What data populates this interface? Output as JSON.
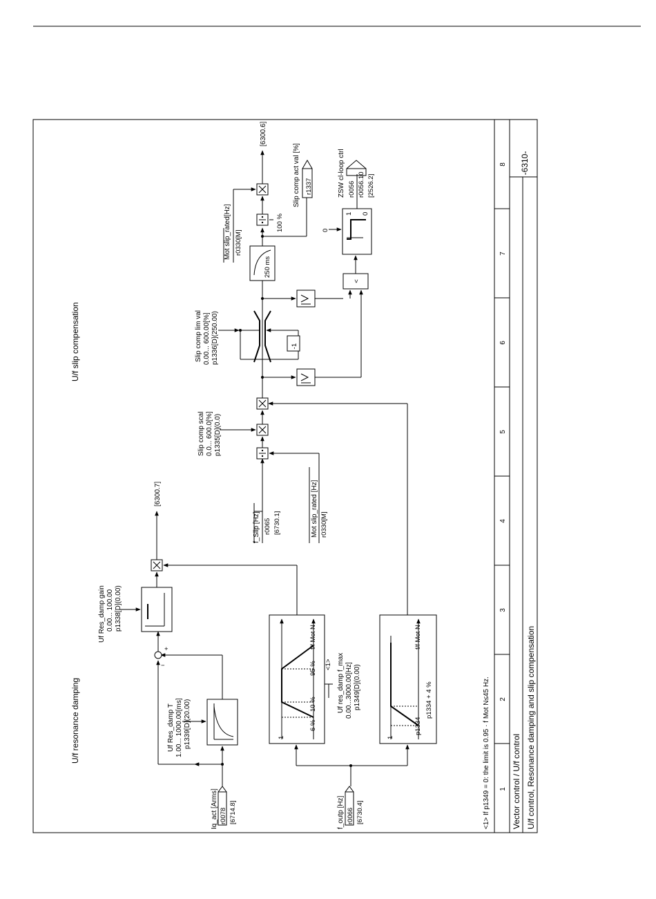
{
  "sections": {
    "resonance_damping": "U/f resonance damping",
    "slip_compensation": "U/f slip compensation"
  },
  "inputs": {
    "iq_act": {
      "label": "Iq_act [Arms]",
      "param": "r0078",
      "ref": "[6714.8]"
    },
    "f_outp": {
      "label": "f_outp [Hz]",
      "param": "r0066",
      "ref": "[6730.4]"
    },
    "f_slip": {
      "label": "f_Slip [Hz]",
      "param": "r0065",
      "ref": "[6730.1]"
    },
    "mot_slip_rated_a": {
      "label": "Mot slip_rated [Hz]",
      "param": "r0330[M]"
    },
    "mot_slip_rated_b": {
      "label": "Mot slip_rated[Hz]",
      "param": "r0330[M]"
    }
  },
  "params": {
    "res_damp_t": {
      "name": "Uf Res_damp T",
      "range": "1.00... 1000.00[ms]",
      "value": "p1339[D](20.00)"
    },
    "res_damp_gain": {
      "name": "Uf Res_damp gain",
      "range": "0.00... 100.00",
      "value": "p1338[D](0.00)"
    },
    "res_damp_fmax": {
      "name": "Uf res_damp f_max",
      "range": "0.00...3000.00[Hz]",
      "value": "p1349[D](0.00)",
      "note_ref": "<1>"
    },
    "slip_comp_scal": {
      "name": "Slip comp scal",
      "range": "0.0... 600.0[%]",
      "value": "p1335[D](0.0)"
    },
    "slip_comp_lim": {
      "name": "Slip comp lim val",
      "range": "0.00... 600.00[%]",
      "value": "p1336[D](250.00)"
    }
  },
  "blocks": {
    "filter_250ms": "250 ms",
    "pct_100": "100 %",
    "neg_one": "-1",
    "lt": "<",
    "zero": "0",
    "one": "1",
    "plus": "+",
    "minus": "−",
    "profile": {
      "one": "1",
      "p6": "6 %",
      "p10": "10 %",
      "p95": "95 %",
      "axis": "f/f Mot N",
      "p1334": "p1334",
      "p1334_4": "p1334 + 4 %"
    }
  },
  "outputs": {
    "res_damp_out": "[6300.7]",
    "slip_out": "[6300.6]",
    "slip_comp_act": {
      "label": "Slip comp act val [%]",
      "param": "r1337"
    },
    "zsw": {
      "label": "ZSW cl-loop ctrl",
      "param1": "r0056",
      "param2": "r0056.10",
      "ref": "[2526.2]"
    }
  },
  "footnote": "<1>  If p1349 = 0: the limit is 0.95 · f Mot N≤45 Hz.",
  "footer": {
    "columns": [
      "1",
      "2",
      "3",
      "4",
      "5",
      "6",
      "7",
      "8"
    ],
    "title1": "Vector control / U/f control",
    "title2": "U/f control, Resonance damping and slip compensation",
    "page": "-6310-"
  },
  "colors": {
    "ink": "#000000",
    "paper": "#ffffff"
  }
}
